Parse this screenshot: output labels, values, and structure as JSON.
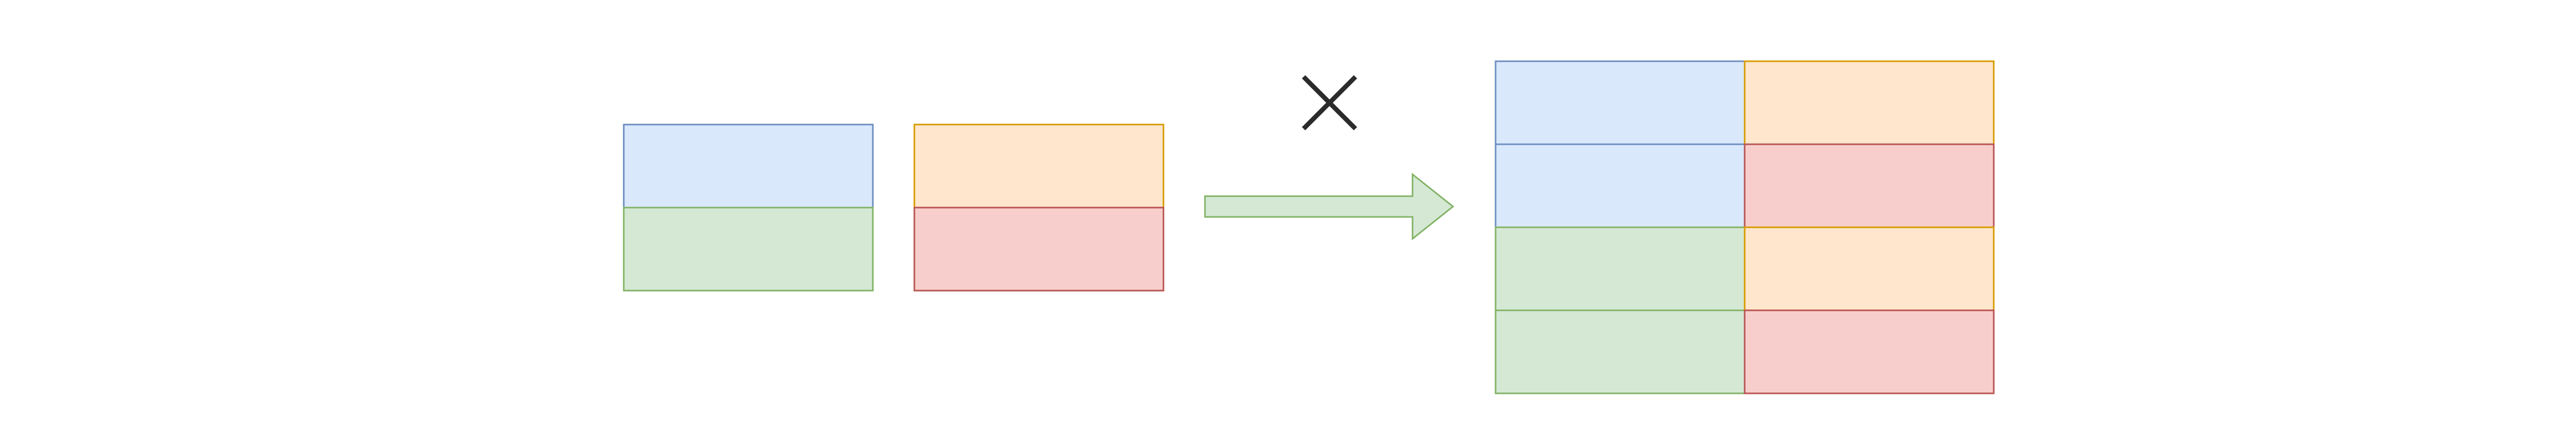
{
  "diagram": {
    "operator_symbol": "cross-product-operator",
    "colors": {
      "blue_fill": "#dae8fc",
      "blue_stroke": "#6c8ebf",
      "green_fill": "#d5e8d4",
      "green_stroke": "#82b366",
      "orange_fill": "#ffe6cc",
      "orange_stroke": "#d79b00",
      "red_fill": "#f8cecc",
      "red_stroke": "#b85450",
      "arrow_fill": "#d5e8d4",
      "arrow_stroke": "#82b366",
      "cross_stroke": "#2b2b2b"
    },
    "left_table": {
      "rows": [
        "blue",
        "green"
      ]
    },
    "right_table": {
      "rows": [
        "orange",
        "red"
      ]
    },
    "result_table": {
      "rows": [
        [
          "blue",
          "orange"
        ],
        [
          "blue",
          "red"
        ],
        [
          "green",
          "orange"
        ],
        [
          "green",
          "red"
        ]
      ]
    }
  }
}
